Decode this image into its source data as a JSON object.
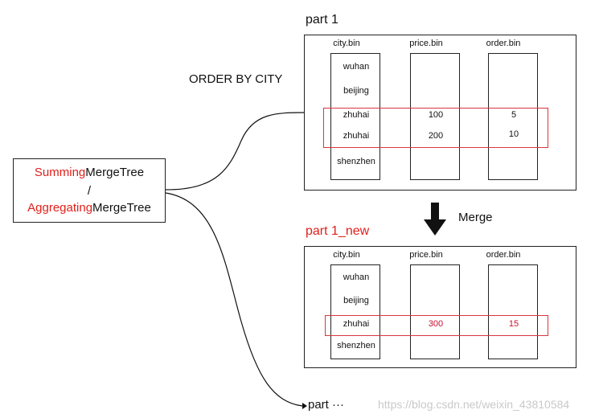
{
  "engine_box": {
    "line1_red": "Summing",
    "line1_rest": "MergeTree",
    "line2": "/",
    "line3_red": "Aggregating",
    "line3_rest": "MergeTree"
  },
  "order_by_label": "ORDER BY CITY",
  "merge_label": "Merge",
  "part_more_label": "part ···",
  "watermark": "https://blog.csdn.net/weixin_43810584",
  "part1": {
    "title": "part 1",
    "headers": [
      "city.bin",
      "price.bin",
      "order.bin"
    ],
    "city": [
      "wuhan",
      "beijing",
      "zhuhai",
      "zhuhai",
      "shenzhen"
    ],
    "price": [
      "",
      "",
      "100",
      "200",
      ""
    ],
    "order": [
      "",
      "",
      "5",
      "10",
      ""
    ]
  },
  "part1_new": {
    "title": "part 1_new",
    "headers": [
      "city.bin",
      "price.bin",
      "order.bin"
    ],
    "city": [
      "wuhan",
      "beijing",
      "zhuhai",
      "shenzhen"
    ],
    "price": [
      "",
      "",
      "300",
      ""
    ],
    "order": [
      "",
      "",
      "15",
      ""
    ]
  },
  "colors": {
    "highlight": "#e0201b",
    "ink": "#111111",
    "watermark": "#c9c9c9"
  }
}
